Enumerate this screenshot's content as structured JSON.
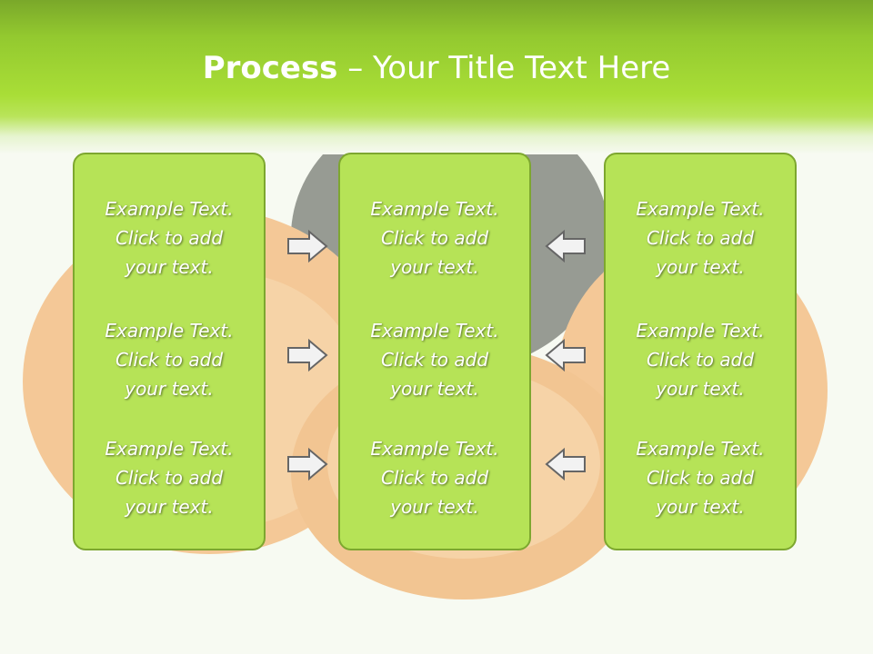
{
  "slide": {
    "title_bold": "Process",
    "title_rest": " – Your Title Text Here"
  },
  "columns": [
    {
      "items": [
        "Example Text.\nClick  to add\nyour text.",
        "Example Text.\nClick  to add\nyour text.",
        "Example Text.\nClick  to add\nyour text."
      ]
    },
    {
      "items": [
        "Example Text.\nClick  to add\nyour text.",
        "Example Text.\nClick  to add\nyour text.",
        "Example Text.\nClick  to add\nyour text."
      ]
    },
    {
      "items": [
        "Example Text.\nClick  to add\nyour text.",
        "Example Text.\nClick  to add\nyour text.",
        "Example Text.\nClick  to add\nyour text."
      ]
    }
  ],
  "arrows": {
    "left_group": "right-arrow-icon",
    "right_group": "left-arrow-icon"
  },
  "colors": {
    "header_green": "#a9de37",
    "box_fill": "#b6e357",
    "box_border": "#7da72f"
  }
}
